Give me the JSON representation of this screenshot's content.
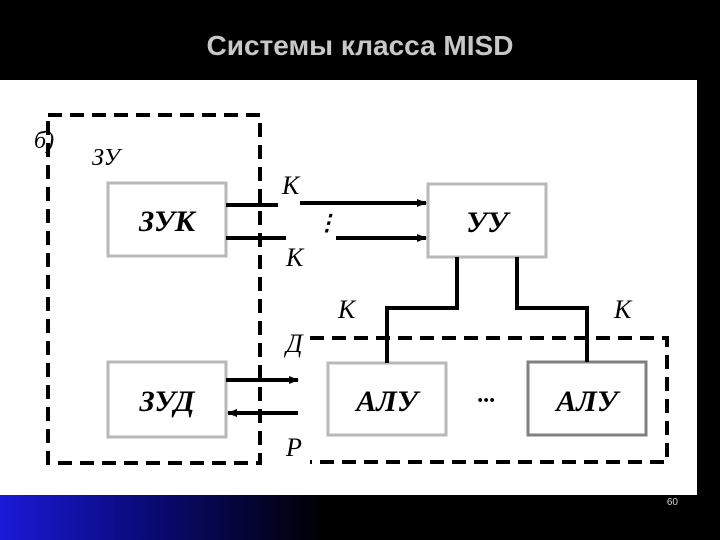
{
  "slide": {
    "title": "Системы класса MISD",
    "page_number": "60"
  },
  "diagram": {
    "figure_label": "б)",
    "storage_group_label": "ЗУ",
    "nodes": {
      "zuk": "ЗУК",
      "zud": "ЗУД",
      "uu": "УУ",
      "alu_1": "АЛУ",
      "alu_2": "АЛУ"
    },
    "edge_labels": {
      "k_top": "К",
      "k_bottom": "К",
      "k_left": "К",
      "k_right": "К",
      "d": "Д",
      "r": "Р"
    },
    "ellipsis_vertical": "⋮",
    "ellipsis_horizontal": "..."
  },
  "colors": {
    "background": "#000000",
    "panel": "#ffffff",
    "title": "#c8c8c8",
    "accent_gradient_start": "#1a1ad8"
  }
}
